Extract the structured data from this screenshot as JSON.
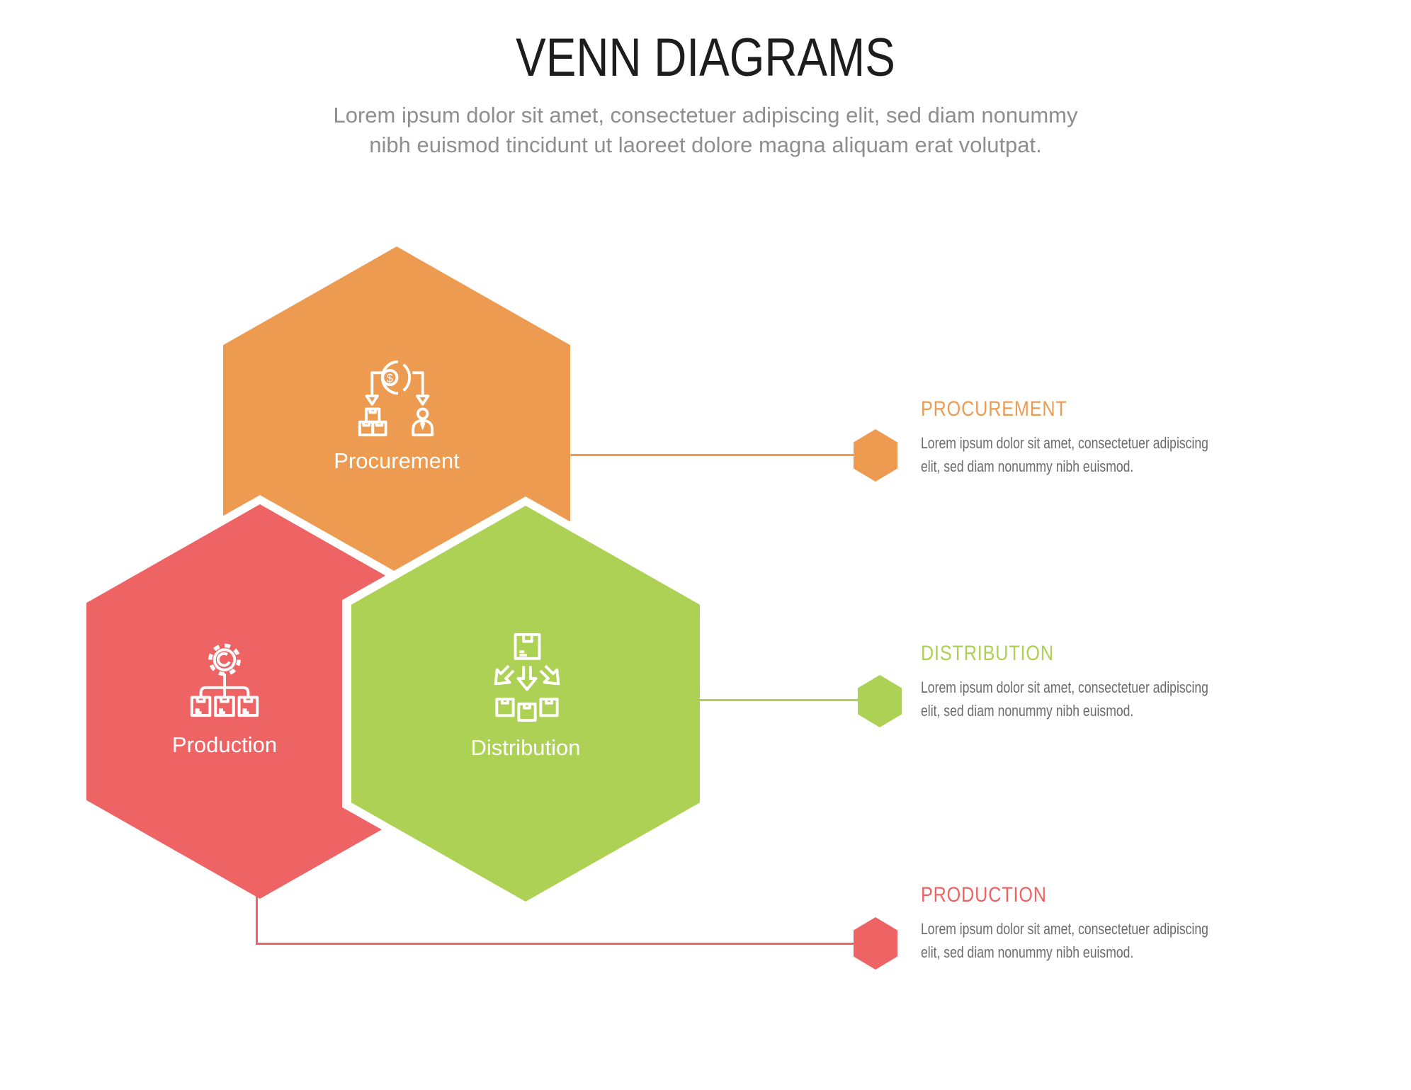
{
  "page": {
    "title": "VENN DIAGRAMS",
    "subtitle_line1": "Lorem ipsum dolor sit amet, consectetuer adipiscing elit, sed diam nonummy",
    "subtitle_line2": "nibh euismod tincidunt ut laoreet dolore magna aliquam erat volutpat."
  },
  "hexagons": {
    "procurement": {
      "label": "Procurement",
      "color": "#EC9B51",
      "icon": "money-allocation-icon"
    },
    "production": {
      "label": "Production",
      "color": "#EE6363",
      "icon": "gear-manufacturing-icon"
    },
    "distribution": {
      "label": "Distribution",
      "color": "#ADD154",
      "icon": "package-distribution-icon"
    }
  },
  "details": {
    "procurement": {
      "heading": "PROCUREMENT",
      "body_line1": "Lorem ipsum dolor sit amet, consectetuer adipiscing",
      "body_line2": "elit, sed diam nonummy nibh euismod.",
      "color": "#EC9B51"
    },
    "distribution": {
      "heading": "DISTRIBUTION",
      "body_line1": "Lorem ipsum dolor sit amet, consectetuer adipiscing",
      "body_line2": "elit, sed diam nonummy nibh euismod.",
      "color": "#ACD050"
    },
    "production": {
      "heading": "PRODUCTION",
      "body_line1": "Lorem ipsum dolor sit amet, consectetuer adipiscing",
      "body_line2": "elit, sed diam nonummy nibh euismod.",
      "color": "#EE6262"
    }
  },
  "colors": {
    "orange": "#EC9B51",
    "red": "#EE6363",
    "green": "#ADD154",
    "title_text": "#1D1D1D",
    "subtitle_text": "#8E8E8E",
    "body_text": "#6B6B6B",
    "background": "#FFFFFF",
    "icon_stroke": "#FFFFFF"
  }
}
